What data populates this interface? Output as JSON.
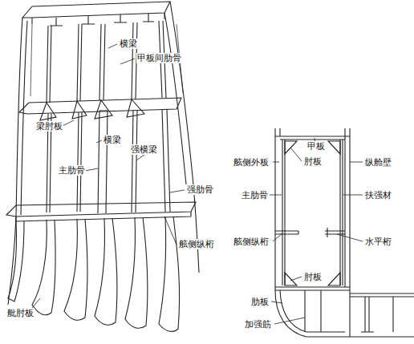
{
  "diagram": {
    "labels": [
      "横梁",
      "甲板间肋骨",
      "梁肘板",
      "横梁",
      "强横梁",
      "主肋骨",
      "强肋骨",
      "舷侧纵桁",
      "舭肘板",
      "甲板",
      "肘板",
      "舷侧外板",
      "纵舱壁",
      "主肋骨",
      "扶强材",
      "舷侧纵桁",
      "水平桁",
      "肘板",
      "肋板",
      "加强筋"
    ]
  }
}
